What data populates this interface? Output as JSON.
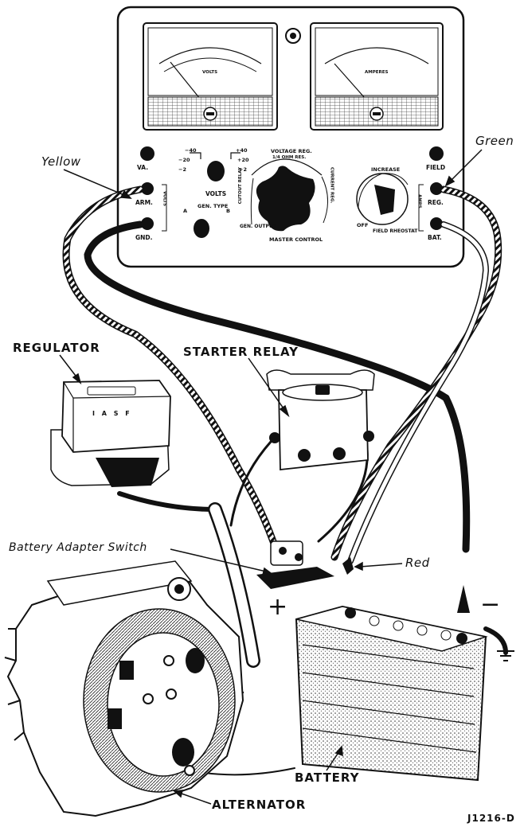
{
  "labels": {
    "yellow": "Yellow",
    "green": "Green",
    "regulator": "REGULATOR",
    "starter_relay": "STARTER RELAY",
    "battery_adapter_switch": "Battery Adapter Switch",
    "red": "Red",
    "battery": "BATTERY",
    "alternator": "ALTERNATOR",
    "figure_code": "J1216-D",
    "plus": "+",
    "minus": "−"
  },
  "tester": {
    "volts_meter": "VOLTS",
    "amperes_meter": "AMPERES",
    "va": "VA.",
    "arm": "ARM.",
    "gnd": "GND.",
    "volts_bracket": "VOLTS",
    "field": "FIELD",
    "reg": "REG.",
    "bat": "BAT.",
    "amps_bracket": "AMPS",
    "range_minus40": "−40",
    "range_minus20": "−20",
    "range_minus2": "−2",
    "range_plus40": "+40",
    "range_plus20": "+20",
    "range_plus2": "+2",
    "volts_switch": "VOLTS",
    "gen_type": "GEN. TYPE",
    "gen_a": "A",
    "gen_b": "B",
    "voltage_reg": "VOLTAGE REG.",
    "ohm_res": "1/4 OHM RES.",
    "cutout_relay": "CUTOUT RELAY",
    "current_reg": "CURRENT REG.",
    "gen_output": "GEN. OUTPUT",
    "master_control": "MASTER CONTROL",
    "increase": "INCREASE",
    "off": "OFF",
    "field_rheostat": "FIELD RHEOSTAT"
  },
  "regulator_letters": "I A S F",
  "colors": {
    "ink": "#111111",
    "paper": "#ffffff",
    "shade": "#bdbdbd"
  }
}
